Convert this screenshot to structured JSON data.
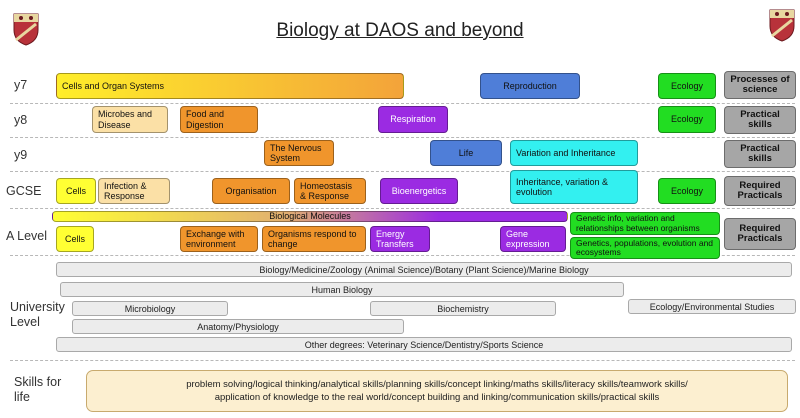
{
  "title": "Biology at DAOS and beyond",
  "icons": {
    "crest_left": "school-crest-icon",
    "crest_right": "school-crest-icon"
  },
  "colors": {
    "yellow": "#ffff33",
    "light_orange": "#fbe0a6",
    "orange": "#f0952c",
    "purple": "#9b2be2",
    "blue": "#4f7ed8",
    "cyan": "#33f0f0",
    "green": "#22dd22",
    "grey": "#a6a6a6",
    "skills_bg": "#fcefd0"
  },
  "rows": {
    "y7": "y7",
    "y8": "y8",
    "y9": "y9",
    "gcse": "GCSE",
    "alevel": "A Level",
    "university": "University Level",
    "skills": "Skills for life"
  },
  "y7": {
    "cells_organ": "Cells and Organ Systems",
    "reproduction": "Reproduction",
    "ecology": "Ecology",
    "processes": "Processes of science"
  },
  "y8": {
    "microbes": "Microbes and Disease",
    "food": "Food and Digestion",
    "respiration": "Respiration",
    "ecology": "Ecology",
    "practical": "Practical skills"
  },
  "y9": {
    "nervous": "The Nervous System",
    "life": "Life",
    "variation": "Variation and Inheritance",
    "practical": "Practical skills"
  },
  "gcse": {
    "cells": "Cells",
    "infection": "Infection & Response",
    "organisation": "Organisation",
    "homeostasis": "Homeostasis & Response",
    "bioenergetics": "Bioenergetics",
    "inheritance": "Inheritance, variation & evolution",
    "ecology": "Ecology",
    "required": "Required Practicals"
  },
  "alevel": {
    "molecules": "Biological Molecules",
    "cells": "Cells",
    "exchange": "Exchange with environment",
    "organisms": "Organisms respond to change",
    "energy": "Energy Transfers",
    "gene": "Gene expression",
    "genetic_info": "Genetic info, variation and relationships between organisms",
    "genetics_pop": "Genetics, populations, evolution and ecosystems",
    "required": "Required Practicals"
  },
  "university": {
    "bio_med": "Biology/Medicine/Zoology (Animal Science)/Botany (Plant Science)/Marine Biology",
    "human": "Human Biology",
    "microbiology": "Microbiology",
    "biochemistry": "Biochemistry",
    "ecology": "Ecology/Environmental Studies",
    "anatomy": "Anatomy/Physiology",
    "other": "Other degrees: Veterinary Science/Dentistry/Sports Science"
  },
  "skills": {
    "line1": "problem solving/logical thinking/analytical skills/planning skills/concept linking/maths skills/literacy skills/teamwork skills/",
    "line2": "application of knowledge to the real world/concept building and linking/communication skills/practical skills"
  }
}
